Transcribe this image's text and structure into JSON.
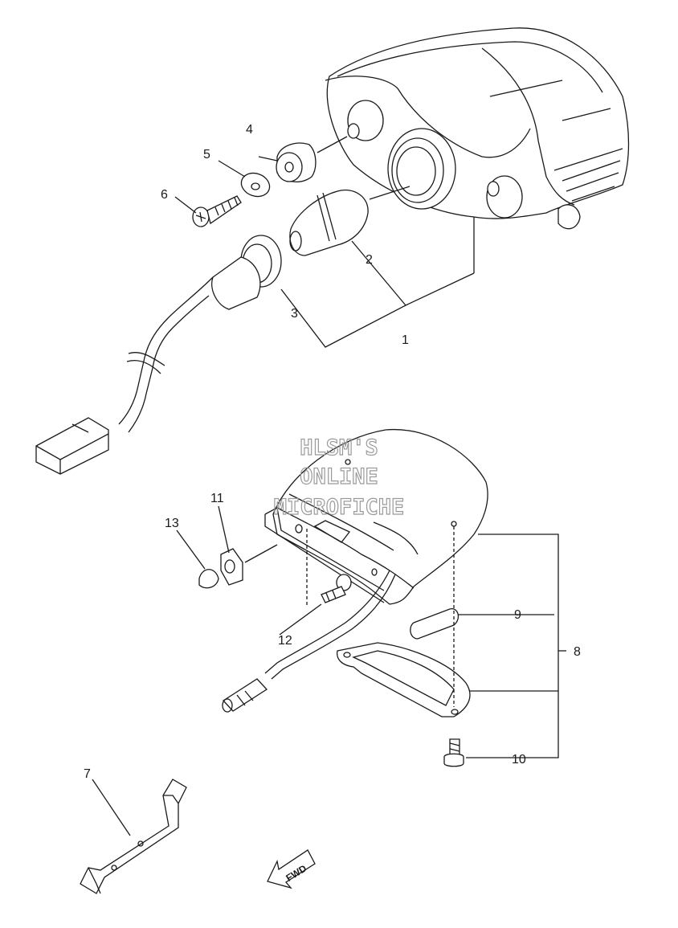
{
  "watermark": {
    "line1": "HLSM'S",
    "line2": "ONLINE",
    "line3": "MICROFICHE"
  },
  "direction_arrow": "FWD",
  "callouts": {
    "c1": "1",
    "c2": "2",
    "c3": "3",
    "c4": "4",
    "c5": "5",
    "c6": "6",
    "c7": "7",
    "c8": "8",
    "c9": "9",
    "c10": "10",
    "c11": "11",
    "c12": "12",
    "c13": "13"
  }
}
